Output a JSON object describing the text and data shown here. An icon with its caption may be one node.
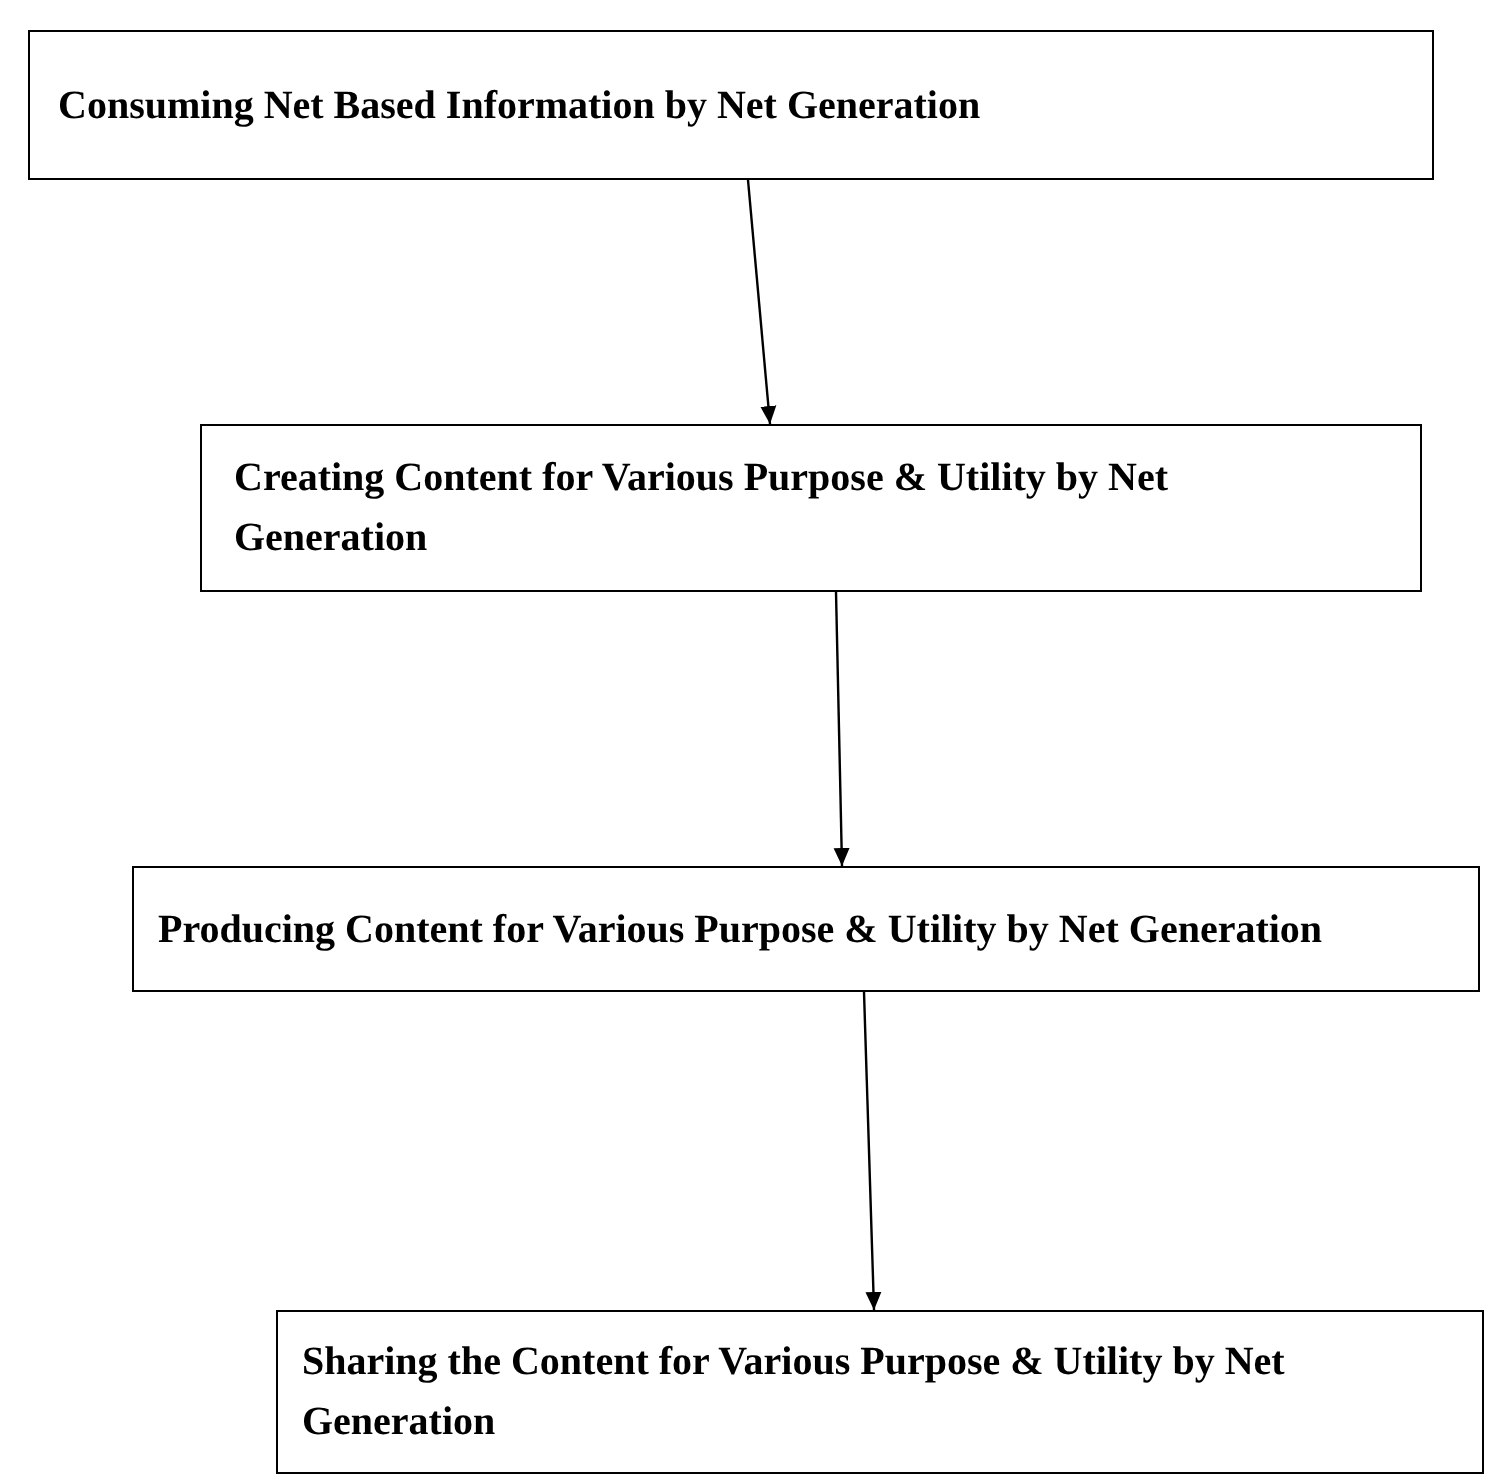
{
  "diagram": {
    "nodes": [
      {
        "text": [
          "Consuming Net Based Information by Net Generation"
        ]
      },
      {
        "text": [
          "Creating Content for Various Purpose & Utility by Net Generation"
        ]
      },
      {
        "text": [
          "Producing Content for Various Purpose & Utility by Net Generation"
        ]
      },
      {
        "text": [
          "Sharing the Content for Various Purpose & Utility by Net Generation"
        ]
      }
    ],
    "edges": [
      {
        "from": 0,
        "to": 1,
        "arrow": "to"
      },
      {
        "from": 1,
        "to": 2,
        "arrow": "to"
      },
      {
        "from": 2,
        "to": 3,
        "arrow": "to"
      }
    ]
  }
}
